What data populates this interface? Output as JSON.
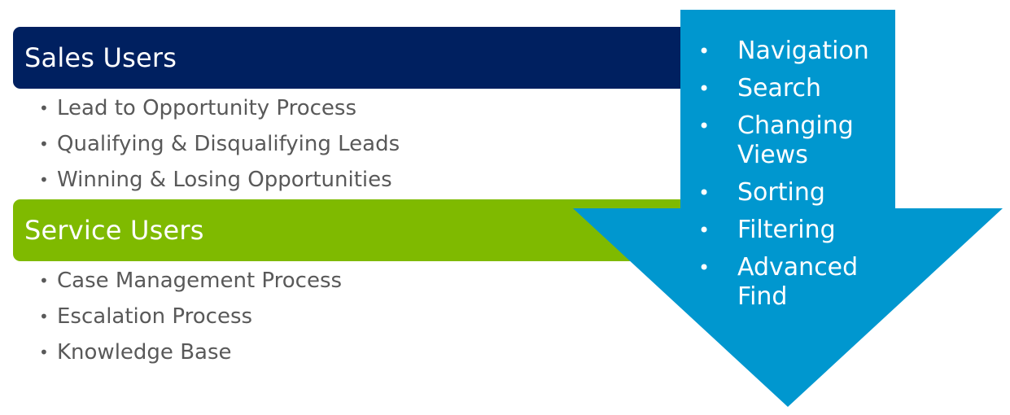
{
  "sales": {
    "title": "Sales Users",
    "items": [
      "Lead to Opportunity Process",
      "Qualifying & Disqualifying Leads",
      "Winning & Losing Opportunities"
    ]
  },
  "service": {
    "title": "Service Users",
    "items": [
      "Case Management Process",
      "Escalation Process",
      "Knowledge Base"
    ]
  },
  "features": {
    "bullet": "•",
    "items": [
      "Navigation",
      "Search",
      "Changing Views",
      "Sorting",
      "Filtering",
      "Advanced Find"
    ]
  },
  "colors": {
    "sales_band": "#002060",
    "service_band": "#7fba00",
    "arrow": "#0097cf",
    "body_text": "#595959"
  }
}
